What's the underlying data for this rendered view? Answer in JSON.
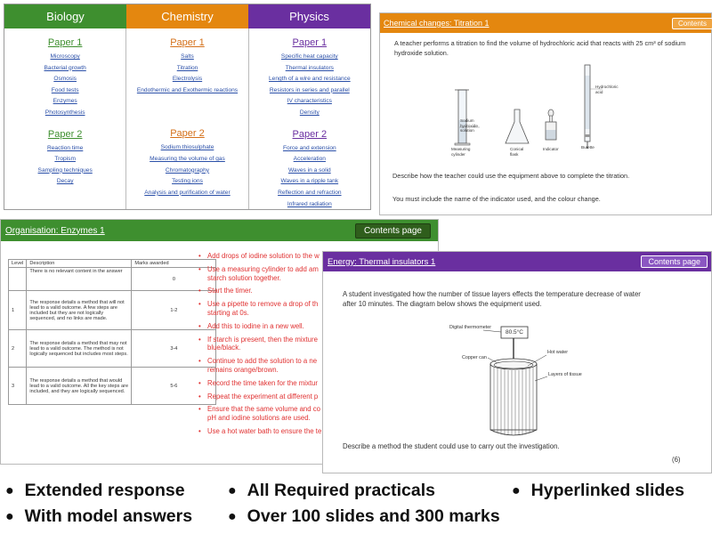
{
  "contents": {
    "headers": {
      "biology": "Biology",
      "chemistry": "Chemistry",
      "physics": "Physics"
    },
    "biology": {
      "paper1": "Paper 1",
      "paper1_items": [
        "Microscopy",
        "Bacterial growth",
        "Osmosis",
        "Food tests",
        "Enzymes",
        "Photosynthesis"
      ],
      "paper2": "Paper 2",
      "paper2_items": [
        "Reaction time",
        "Tropism",
        "Sampling techniques",
        "Decay"
      ]
    },
    "chemistry": {
      "paper1": "Paper 1",
      "paper1_items": [
        "Salts",
        "Titration",
        "Electrolysis",
        "Endothermic and Exothermic reactions"
      ],
      "paper2": "Paper 2",
      "paper2_items": [
        "Sodium thiosulphate",
        "Measuring the volume of gas",
        "Chromatography",
        "Testing ions",
        "Analysis and purification of water"
      ]
    },
    "physics": {
      "paper1": "Paper 1",
      "paper1_items": [
        "Specific heat capacity",
        "Thermal insulators",
        "Length of a wire and resistance",
        "Resistors in series and parallel",
        "IV characteristics",
        "Density"
      ],
      "paper2": "Paper 2",
      "paper2_items": [
        "Force and extension",
        "Acceleration",
        "Waves in a solid",
        "Waves in a ripple tank",
        "Reflection and refraction",
        "Infrared radiation"
      ]
    }
  },
  "titration": {
    "title": "Chemical changes: Titration 1",
    "contents_btn": "Contents",
    "question_line1": "A teacher performs a titration to find the volume of hydrochloric acid that reacts with 25 cm³ of sodium",
    "question_line2": "hydroxide solution.",
    "labels": {
      "sodium_hydroxide": [
        "Sodium",
        "hydroxide",
        "solution"
      ],
      "measuring_cylinder": [
        "Measuring",
        "cylinder"
      ],
      "conical_flask": [
        "Conical",
        "flask"
      ],
      "indicator": "Indicator",
      "hydrochloric_acid": [
        "Hydrochloric",
        "acid"
      ],
      "burette": "Burette"
    },
    "describe": "Describe how the teacher could use the equipment above to complete the titration.",
    "include": "You must include the name of the indicator used, and the colour change."
  },
  "enzymes": {
    "title": "Organisation: Enzymes 1",
    "contents_btn": "Contents page",
    "table": {
      "headers": [
        "Level",
        "Description",
        "Marks awarded"
      ],
      "rows": [
        {
          "level": "",
          "description": "There is no relevant content in the answer",
          "marks": "0"
        },
        {
          "level": "1",
          "description": "The response details a method that will not lead to a valid outcome. A few steps are included but they are not logically sequenced, and no links are made.",
          "marks": "1-2"
        },
        {
          "level": "2",
          "description": "The response details a method that may not lead to a valid outcome. The method is not logically sequenced but includes most steps.",
          "marks": "3-4"
        },
        {
          "level": "3",
          "description": "The response details a method that would lead to a valid outcome. All the key steps are included, and they are logically sequenced.",
          "marks": "5-6"
        }
      ]
    },
    "answers": [
      [
        "Add drops of iodine solution to the w"
      ],
      [
        "Use a measuring cylinder to add am",
        "starch solution together."
      ],
      [
        "Start the timer."
      ],
      [
        "Use a pipette to remove a drop of th",
        "starting at 0s."
      ],
      [
        "Add this to iodine in a  new well."
      ],
      [
        "If starch is present, then the mixture",
        "blue/black."
      ],
      [
        "Continue to add the solution to a ne",
        "remains orange/brown."
      ],
      [
        "Record the time taken for the mixtur"
      ],
      [
        "Repeat the experiment at different p"
      ],
      [
        "Ensure that the same volume and co",
        "pH and iodine solutions are used."
      ],
      [
        "Use a hot water bath to ensure the te"
      ]
    ]
  },
  "thermal": {
    "title": "Energy: Thermal insulators 1",
    "contents_btn": "Contents page",
    "question_line1": "A student investigated how the number of tissue layers effects the temperature decrease of water",
    "question_line2": "after 10 minutes. The diagram below shows the equipment used.",
    "labels": {
      "thermometer": "Digital thermometer",
      "reading": "80.5°C",
      "copper_can": "Copper can",
      "hot_water": "Hot water",
      "tissue": "Layers of tissue"
    },
    "describe": "Describe a method the student could use to carry out the investigation.",
    "marks": "(6)"
  },
  "features": {
    "extended": "Extended response",
    "practicals": "All Required practicals",
    "hyperlinked": "Hyperlinked slides",
    "model_answers": "With model answers",
    "slides": "Over 100 slides and 300 marks"
  }
}
